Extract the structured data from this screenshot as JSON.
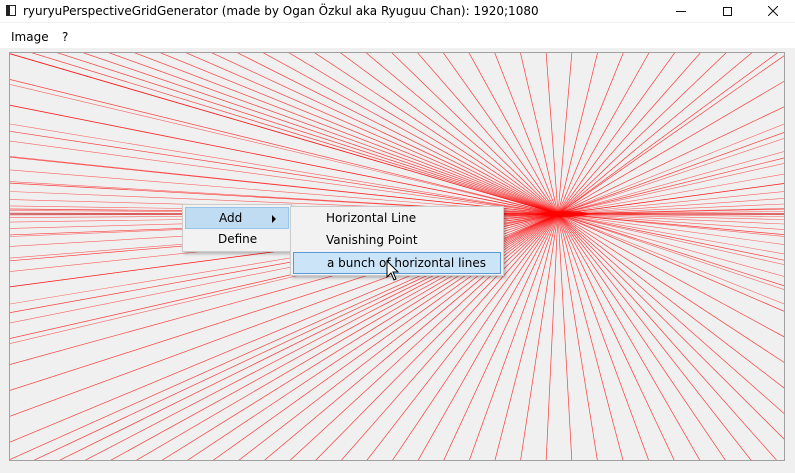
{
  "window": {
    "title": "ryuryuPerspectiveGridGenerator (made by Ogan Özkul aka Ryuguu Chan): 1920;1080",
    "icon": "app-window-icon",
    "controls": [
      "minimize-icon",
      "maximize-icon",
      "close-icon"
    ]
  },
  "menubar": {
    "items": [
      {
        "label": "Image"
      },
      {
        "label": "?"
      }
    ]
  },
  "canvas": {
    "line_color": "#ff0000",
    "horizon_color": "#909090",
    "background": "#f0f0f0"
  },
  "context_menu": {
    "items": [
      {
        "label": "Add",
        "has_submenu": true,
        "highlighted": true
      },
      {
        "label": "Define",
        "has_submenu": false,
        "highlighted": false
      }
    ],
    "submenu": {
      "items": [
        {
          "label": "Horizontal Line",
          "highlighted": false
        },
        {
          "label": "Vanishing Point",
          "highlighted": false
        },
        {
          "label": "a bunch of horizontal lines",
          "highlighted": true
        }
      ]
    }
  }
}
